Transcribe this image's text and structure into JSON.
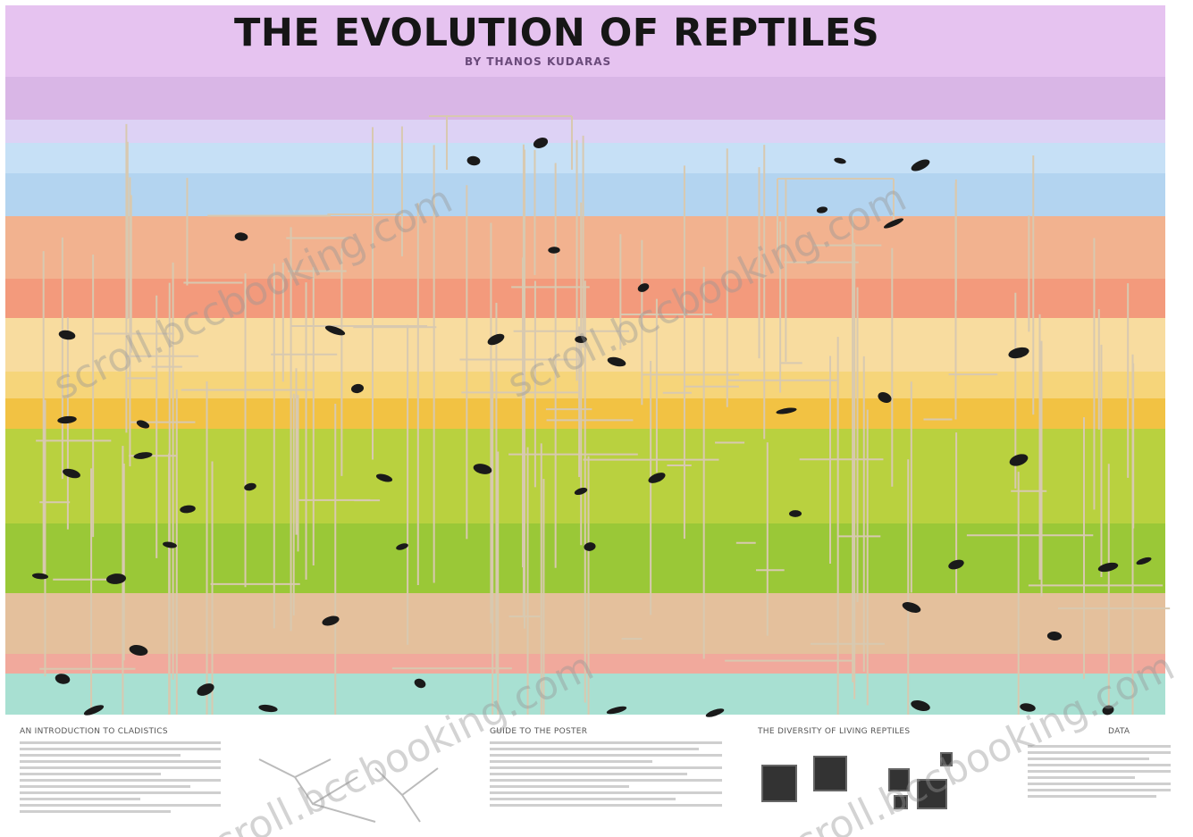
{
  "poster": {
    "title": "THE EVOLUTION OF REPTILES",
    "byline": "BY THANOS KUDARAS"
  },
  "bands": [
    {
      "name": "band-violet",
      "color": "#e6c3f0"
    },
    {
      "name": "band-lavender",
      "color": "#d9b6e6"
    },
    {
      "name": "band-light-violet",
      "color": "#ddd2f5"
    },
    {
      "name": "band-light-blue",
      "color": "#c6e0f6"
    },
    {
      "name": "band-blue",
      "color": "#b3d4f0"
    },
    {
      "name": "band-orange",
      "color": "#f2b28f"
    },
    {
      "name": "band-salmon",
      "color": "#f39a7c"
    },
    {
      "name": "band-pale-yellow",
      "color": "#f8dc9f"
    },
    {
      "name": "band-yellow",
      "color": "#f6d57a"
    },
    {
      "name": "band-gold",
      "color": "#f2c243"
    },
    {
      "name": "band-lime",
      "color": "#b9d13f"
    },
    {
      "name": "band-green",
      "color": "#9ac837"
    },
    {
      "name": "band-tan",
      "color": "#e4c09c"
    },
    {
      "name": "band-pink",
      "color": "#f1a99c"
    },
    {
      "name": "band-mint",
      "color": "#a8e0d2"
    }
  ],
  "panels": [
    {
      "title": "AN INTRODUCTION TO CLADISTICS"
    },
    {
      "title": ""
    },
    {
      "title": "GUIDE TO THE POSTER"
    },
    {
      "title": "THE DIVERSITY OF LIVING REPTILES"
    },
    {
      "title": "DATA"
    }
  ],
  "watermark": {
    "text": "scroll.bccbooking.com"
  },
  "colors": {
    "title_text": "#161616",
    "branch": "#d8c9b0",
    "silhouette": "#1a1a1a"
  }
}
